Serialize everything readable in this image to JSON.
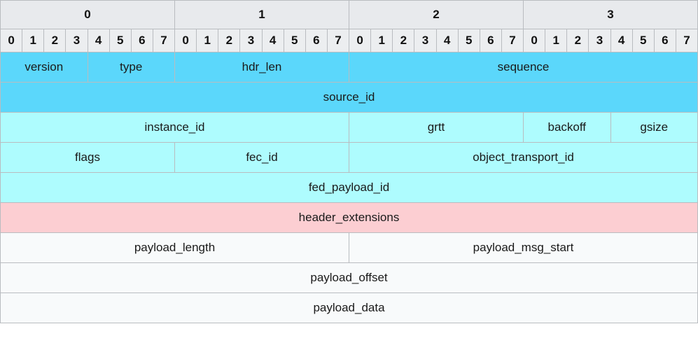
{
  "diagram": {
    "title": "packet-header-layout",
    "bits_per_row": 32,
    "byte_groups": [
      "0",
      "1",
      "2",
      "3"
    ],
    "bit_indices": [
      "0",
      "1",
      "2",
      "3",
      "4",
      "5",
      "6",
      "7",
      "0",
      "1",
      "2",
      "3",
      "4",
      "5",
      "6",
      "7",
      "0",
      "1",
      "2",
      "3",
      "4",
      "5",
      "6",
      "7",
      "0",
      "1",
      "2",
      "3",
      "4",
      "5",
      "6",
      "7"
    ],
    "colors": {
      "header_group_bg": "#e8eaed",
      "header_bits_bg": "#eceef0",
      "cyan_strong": "#5bd7fb",
      "cyan_light": "#aefcfe",
      "pink": "#fcced2",
      "white": "#f8fafb",
      "border": "#b9bcc0",
      "text": "#1a1a1a"
    },
    "rows": [
      {
        "fill": "cyan_strong",
        "fields": [
          {
            "label": "version",
            "bits": 4
          },
          {
            "label": "type",
            "bits": 4
          },
          {
            "label": "hdr_len",
            "bits": 8
          },
          {
            "label": "sequence",
            "bits": 16
          }
        ]
      },
      {
        "fill": "cyan_strong",
        "fields": [
          {
            "label": "source_id",
            "bits": 32
          }
        ]
      },
      {
        "fill": "cyan_light",
        "fields": [
          {
            "label": "instance_id",
            "bits": 16
          },
          {
            "label": "grtt",
            "bits": 8
          },
          {
            "label": "backoff",
            "bits": 4
          },
          {
            "label": "gsize",
            "bits": 4
          }
        ]
      },
      {
        "fill": "cyan_light",
        "fields": [
          {
            "label": "flags",
            "bits": 8
          },
          {
            "label": "fec_id",
            "bits": 8
          },
          {
            "label": "object_transport_id",
            "bits": 16
          }
        ]
      },
      {
        "fill": "cyan_light",
        "fields": [
          {
            "label": "fed_payload_id",
            "bits": 32
          }
        ]
      },
      {
        "fill": "pink",
        "fields": [
          {
            "label": "header_extensions",
            "bits": 32
          }
        ]
      },
      {
        "fill": "white",
        "fields": [
          {
            "label": "payload_length",
            "bits": 16
          },
          {
            "label": "payload_msg_start",
            "bits": 16
          }
        ]
      },
      {
        "fill": "white",
        "fields": [
          {
            "label": "payload_offset",
            "bits": 32
          }
        ]
      },
      {
        "fill": "white",
        "fields": [
          {
            "label": "payload_data",
            "bits": 32
          }
        ]
      }
    ]
  }
}
